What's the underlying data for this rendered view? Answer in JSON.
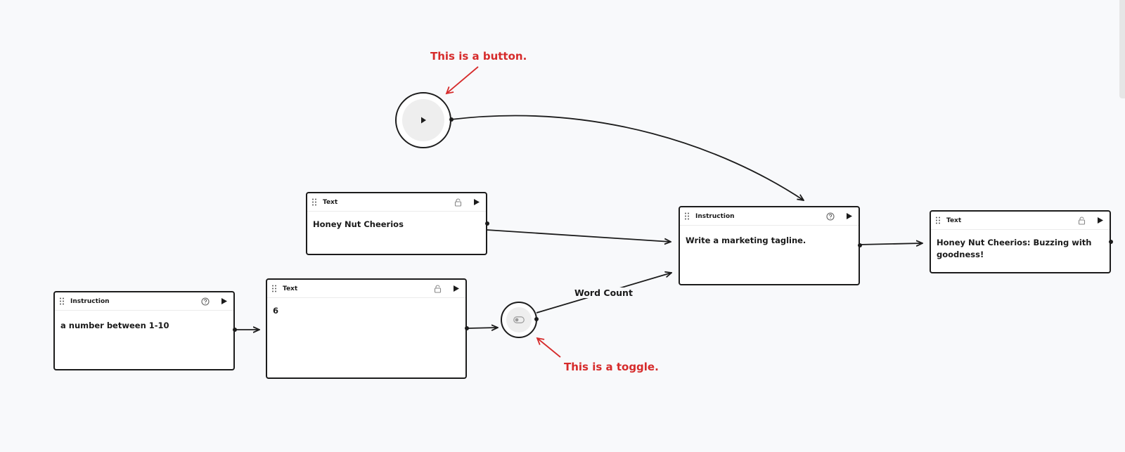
{
  "nodes": {
    "text_top": {
      "type_label": "Text",
      "content": "Honey Nut Cheerios"
    },
    "instruction_main": {
      "type_label": "Instruction",
      "content": "Write a marketing tagline."
    },
    "text_result": {
      "type_label": "Text",
      "content": "Honey Nut Cheerios: Buzzing with goodness!"
    },
    "instruction_left": {
      "type_label": "Instruction",
      "content": "a number between 1-10"
    },
    "text_number": {
      "type_label": "Text",
      "content": "6"
    }
  },
  "edge_labels": {
    "word_count": "Word Count"
  },
  "annotations": {
    "button_note": "This is a button.",
    "toggle_note": "This is a toggle."
  },
  "colors": {
    "canvas": "#f8f9fb",
    "border": "#1c1c1c",
    "annotation": "#d62b2b"
  }
}
